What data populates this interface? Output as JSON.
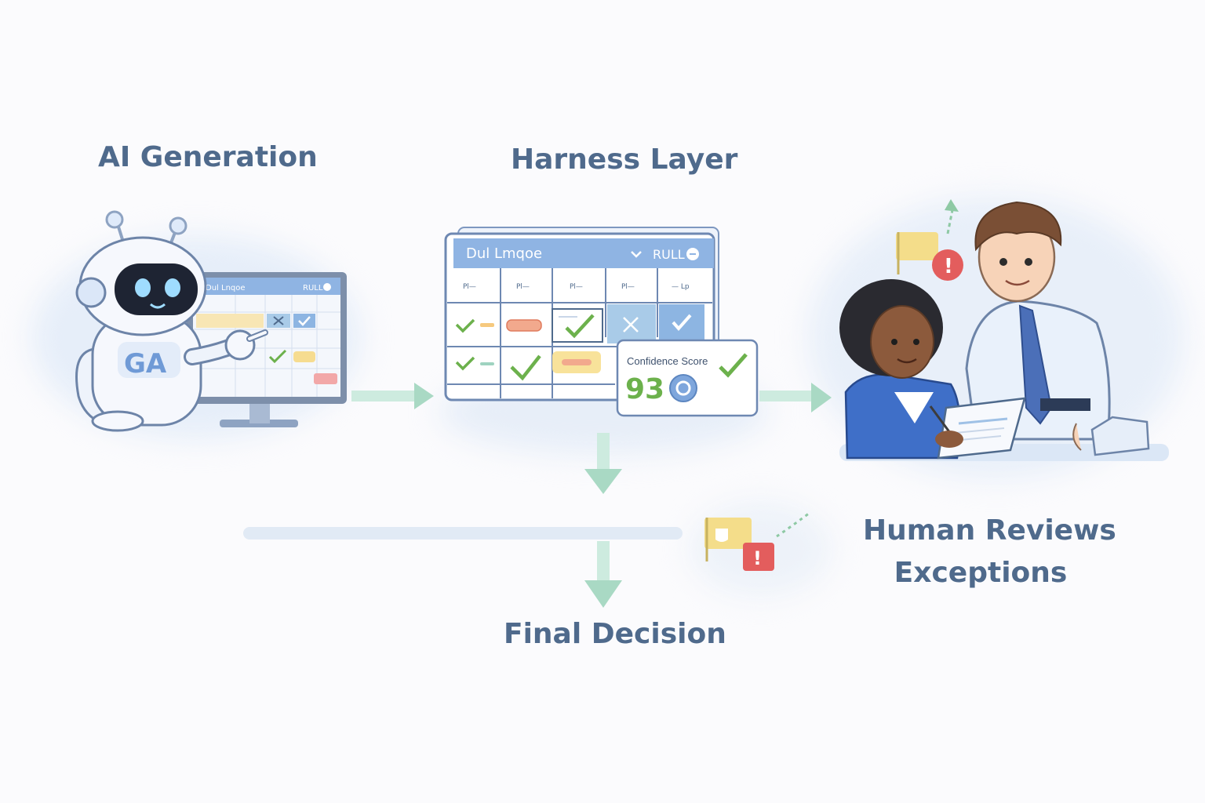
{
  "stages": {
    "ai_generation": "AI Generation",
    "harness_layer": "Harness Layer",
    "human_reviews_line1": "Human Reviews",
    "human_reviews_line2": "Exceptions",
    "final_decision": "Final Decision"
  },
  "monitor_screen": {
    "header_text": "Dul Lnqoe",
    "rule_label": "RULL"
  },
  "harness_panel": {
    "header_text": "Dul Lmqoe",
    "rule_label": "RULL",
    "column_headers": [
      "Pl—",
      "Pl—",
      "Pl—",
      "Pl—",
      "— Lp"
    ]
  },
  "confidence_card": {
    "label": "Confidence Score",
    "score": "93"
  },
  "robot": {
    "chest_letters": "GA"
  },
  "colors": {
    "label_text": "#4f6a8c",
    "accent_blue": "#7ea6dc",
    "check_green": "#6cb14c",
    "arrow_green": "#a9d9c4",
    "alert_red": "#e35d5d",
    "flag_yellow": "#f4dd8a"
  }
}
